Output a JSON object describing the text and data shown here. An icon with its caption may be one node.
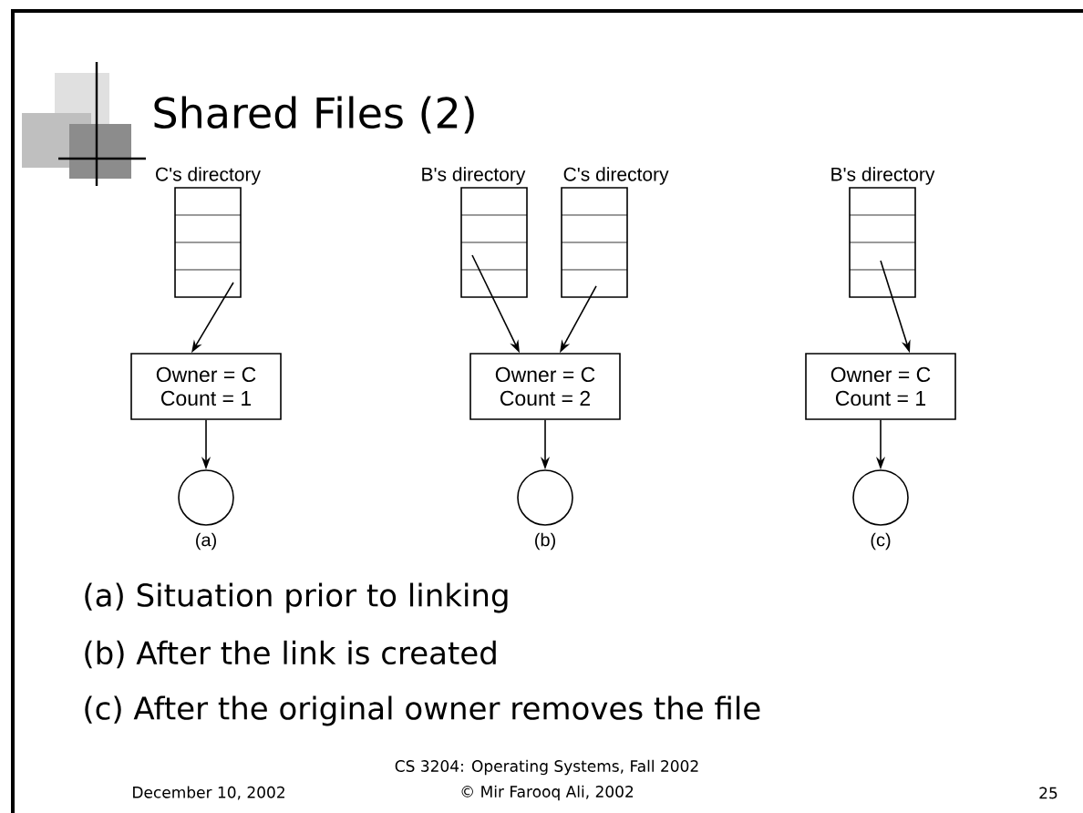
{
  "diagram": {
    "title": "Shared Files (2)",
    "nodes": [
      {
        "text": [
          "C's directory"
        ]
      },
      {
        "text": [
          "Owner = C",
          "Count = 1"
        ]
      },
      {
        "text": [],
        "shape": "circle"
      },
      {
        "text": [
          "B's directory"
        ]
      },
      {
        "text": [
          "C's directory"
        ]
      },
      {
        "text": [
          "Owner = C",
          "Count = 2"
        ]
      },
      {
        "text": [],
        "shape": "circle"
      },
      {
        "text": [
          "B's directory"
        ]
      },
      {
        "text": [
          "Owner = C",
          "Count = 1"
        ]
      },
      {
        "text": [],
        "shape": "circle"
      }
    ],
    "edges": [
      {
        "from": 0,
        "to": 1,
        "arrow": "to"
      },
      {
        "from": 1,
        "to": 2,
        "arrow": "to"
      },
      {
        "from": 3,
        "to": 5,
        "arrow": "to"
      },
      {
        "from": 4,
        "to": 5,
        "arrow": "to"
      },
      {
        "from": 5,
        "to": 6,
        "arrow": "to"
      },
      {
        "from": 7,
        "to": 8,
        "arrow": "to"
      },
      {
        "from": 8,
        "to": 9,
        "arrow": "to"
      }
    ],
    "labels": [
      "(a)",
      "(b)",
      "(c)",
      "(a) Situation prior to linking",
      "(b) After the link is created",
      "(c) After the original owner removes the file",
      "CS 3204: Operating Systems, Fall 2002",
      "December 10, 2002",
      "© Mir Farooq Ali, 2002",
      "25"
    ]
  }
}
